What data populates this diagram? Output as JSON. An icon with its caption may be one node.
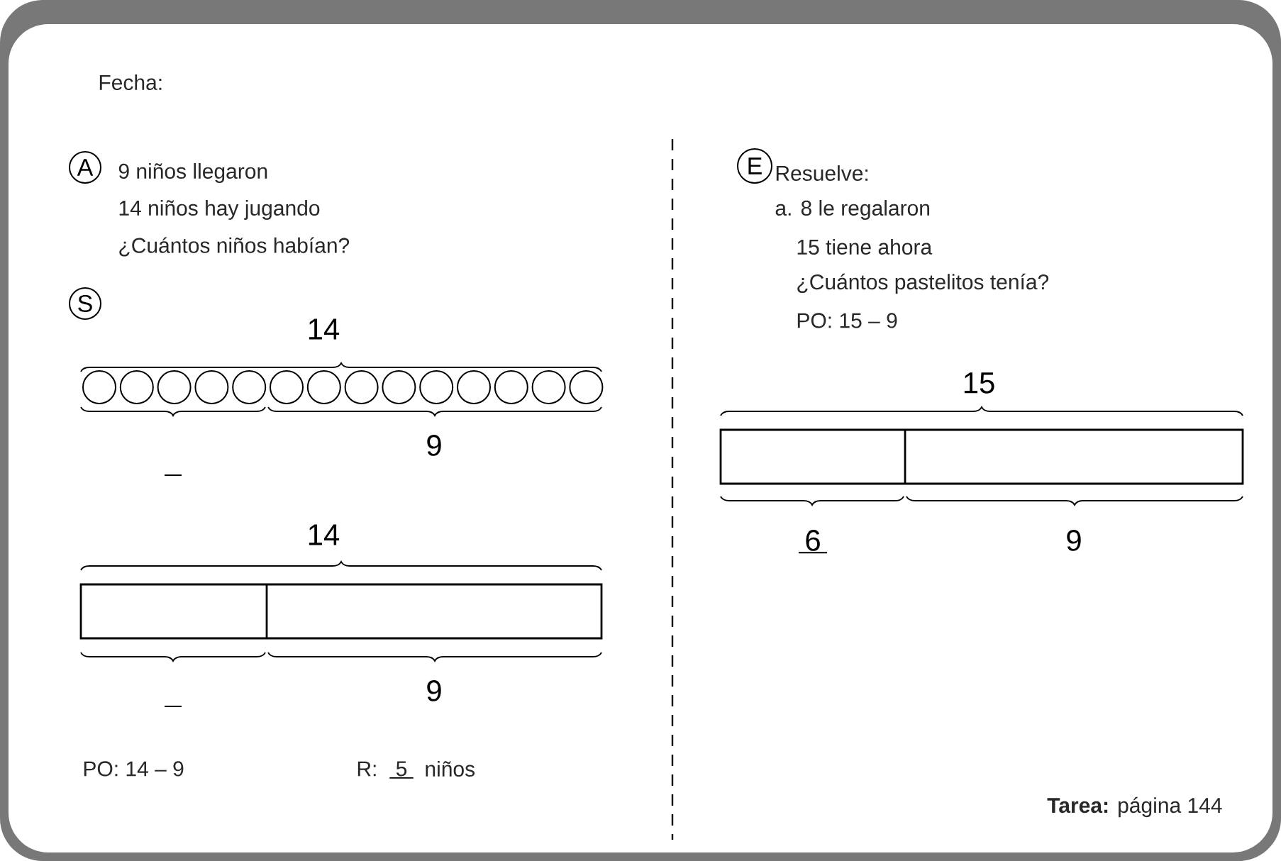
{
  "diagram": {
    "nodes": [
      {
        "text": [
          "A"
        ]
      },
      {
        "text": [
          "S"
        ]
      },
      {
        "text": [
          "E"
        ]
      }
    ],
    "labels": [
      "Fecha:",
      "9 niños llegaron",
      "14 niños hay jugando",
      "¿Cuántos niños habían?",
      "14",
      "9",
      "14",
      "9",
      "PO: 14 – 9",
      "R:",
      "5",
      "niños",
      "Resuelve:",
      "a. 8 le regalaron",
      "15 tiene ahora",
      "¿Cuántos pastelitos tenía?",
      "PO: 15 – 9",
      "15",
      "6",
      "9",
      "**Tarea:** página 144"
    ]
  }
}
